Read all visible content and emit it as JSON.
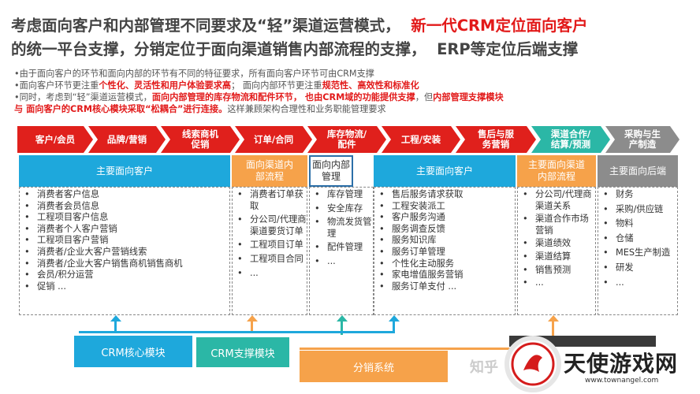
{
  "title": {
    "line1_a": "考虑面向客户和内部管理不同要求及“轻”渠道运营模式，",
    "line1_b": "新一代CRM定位面向客户",
    "line2_a": "的统一平台支撑，分销定位于面向渠道销售内部流程的支撑，",
    "line2_b": "ERP等定位后端支撑"
  },
  "notes": {
    "n1": "•由于面向客户的环节和面向内部的环节有不同的特征要求，所有面向客户环节可由CRM支撑",
    "n2_a": "•面向客户环节更注重",
    "n2_b": "个性化、灵活性和用户体验要求高",
    "n2_c": "；   面向内部环节更注重",
    "n2_d": "规范性、高效性和标准化",
    "n3_a": "•同时，考虑到“轻”渠道运营模式，",
    "n3_b": "面向内部管理的库存物流和配件环节，   也由CRM域的功能提供支撑",
    "n3_c": "，但",
    "n3_d": "内部管理支撑模块",
    "n4_a": "与 面向客户的CRM核心模块采取“松耦合”进行连接。",
    "n4_b": "这样兼顾架构合理性和业务职能管理要求"
  },
  "stages": [
    "客户/会员",
    "品牌/营销",
    "线索商机\n促销",
    "订单/合同",
    "库存物流/\n配件",
    "工程/安装",
    "售后与服\n务营销",
    "渠道合作/\n结算/预测",
    "采购与生\n产制造"
  ],
  "headers": [
    "主要面向客户",
    "面向渠道内\n部流程",
    "面向内部\n管理",
    "主要面向客户",
    "主要面向渠道\n内部流程",
    "主要面向后端"
  ],
  "columns": {
    "c1": [
      "消费者客户信息",
      "消费者会员信息",
      "工程项目客户信息",
      "消费者个人客户营销",
      "工程项目客户营销",
      "消费者/企业大客户营销线索",
      "消费者/企业大客户销售商机销售商机",
      "会员/积分运营",
      "促销 ..."
    ],
    "c2": [
      "消费者订单获取",
      "分公司/代理商渠道要货订单",
      "工程项目订单",
      "工程项目合同",
      "..."
    ],
    "c3": [
      "库存管理",
      "安全库存",
      "物流发货管理",
      "配件管理",
      "..."
    ],
    "c4": [
      "售后服务请求获取",
      "工程安装派工",
      "客户服务沟通",
      "服务调查反馈",
      "服务知识库",
      "服务订单管理",
      "个性化主动服务",
      "家电增值服务营销",
      "服务订单支付 ..."
    ],
    "c5": [
      "分公司/代理商渠道关系",
      "渠道合作市场营销",
      "渠道绩效",
      "渠道结算",
      "销售预测",
      "..."
    ],
    "c6": [
      "财务",
      "采购/供应链",
      "物料",
      "仓储",
      "MES生产制造",
      "研发",
      "..."
    ]
  },
  "bottoms": {
    "crm_core": "CRM核心模块",
    "crm_support": "CRM支撑模块",
    "distribution": "分销系统"
  },
  "watermark": {
    "zhihu": "知乎",
    "site": "天使游戏网",
    "url": "www.townangel.com"
  },
  "colors": {
    "chevron_red": "#e0201c",
    "chevron_teal": "#2bb7a6",
    "chevron_gray": "#8c8c8c",
    "header_blue": "#1ea8dc",
    "header_orange": "#f6a24a",
    "header_gray": "#8c8c8c",
    "header_dark_blue": "#2c6fa8"
  }
}
